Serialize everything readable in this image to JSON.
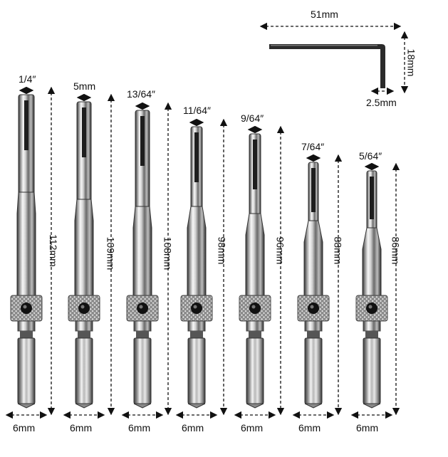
{
  "image": {
    "description_items": [
      "hex-key",
      "drill-bit-set"
    ]
  },
  "hex_key": {
    "length_label": "51mm",
    "height_label": "18mm",
    "size_label": "2.5mm"
  },
  "bits": [
    {
      "tip_label": "1/4″",
      "length_label": "112mm",
      "shank_label": "6mm"
    },
    {
      "tip_label": "5mm",
      "length_label": "109mm",
      "shank_label": "6mm"
    },
    {
      "tip_label": "13/64″",
      "length_label": "108mm",
      "shank_label": "6mm"
    },
    {
      "tip_label": "11/64″",
      "length_label": "98mm",
      "shank_label": "6mm"
    },
    {
      "tip_label": "9/64″",
      "length_label": "96mm",
      "shank_label": "6mm"
    },
    {
      "tip_label": "7/64″",
      "length_label": "88mm",
      "shank_label": "6mm"
    },
    {
      "tip_label": "5/64″",
      "length_label": "86mm",
      "shank_label": "6mm"
    }
  ],
  "colors": {
    "metal_light": "#f2f2f2",
    "metal_dark": "#3a3a3a",
    "hex_key": "#2b2b2b",
    "annotation": "#111111"
  }
}
